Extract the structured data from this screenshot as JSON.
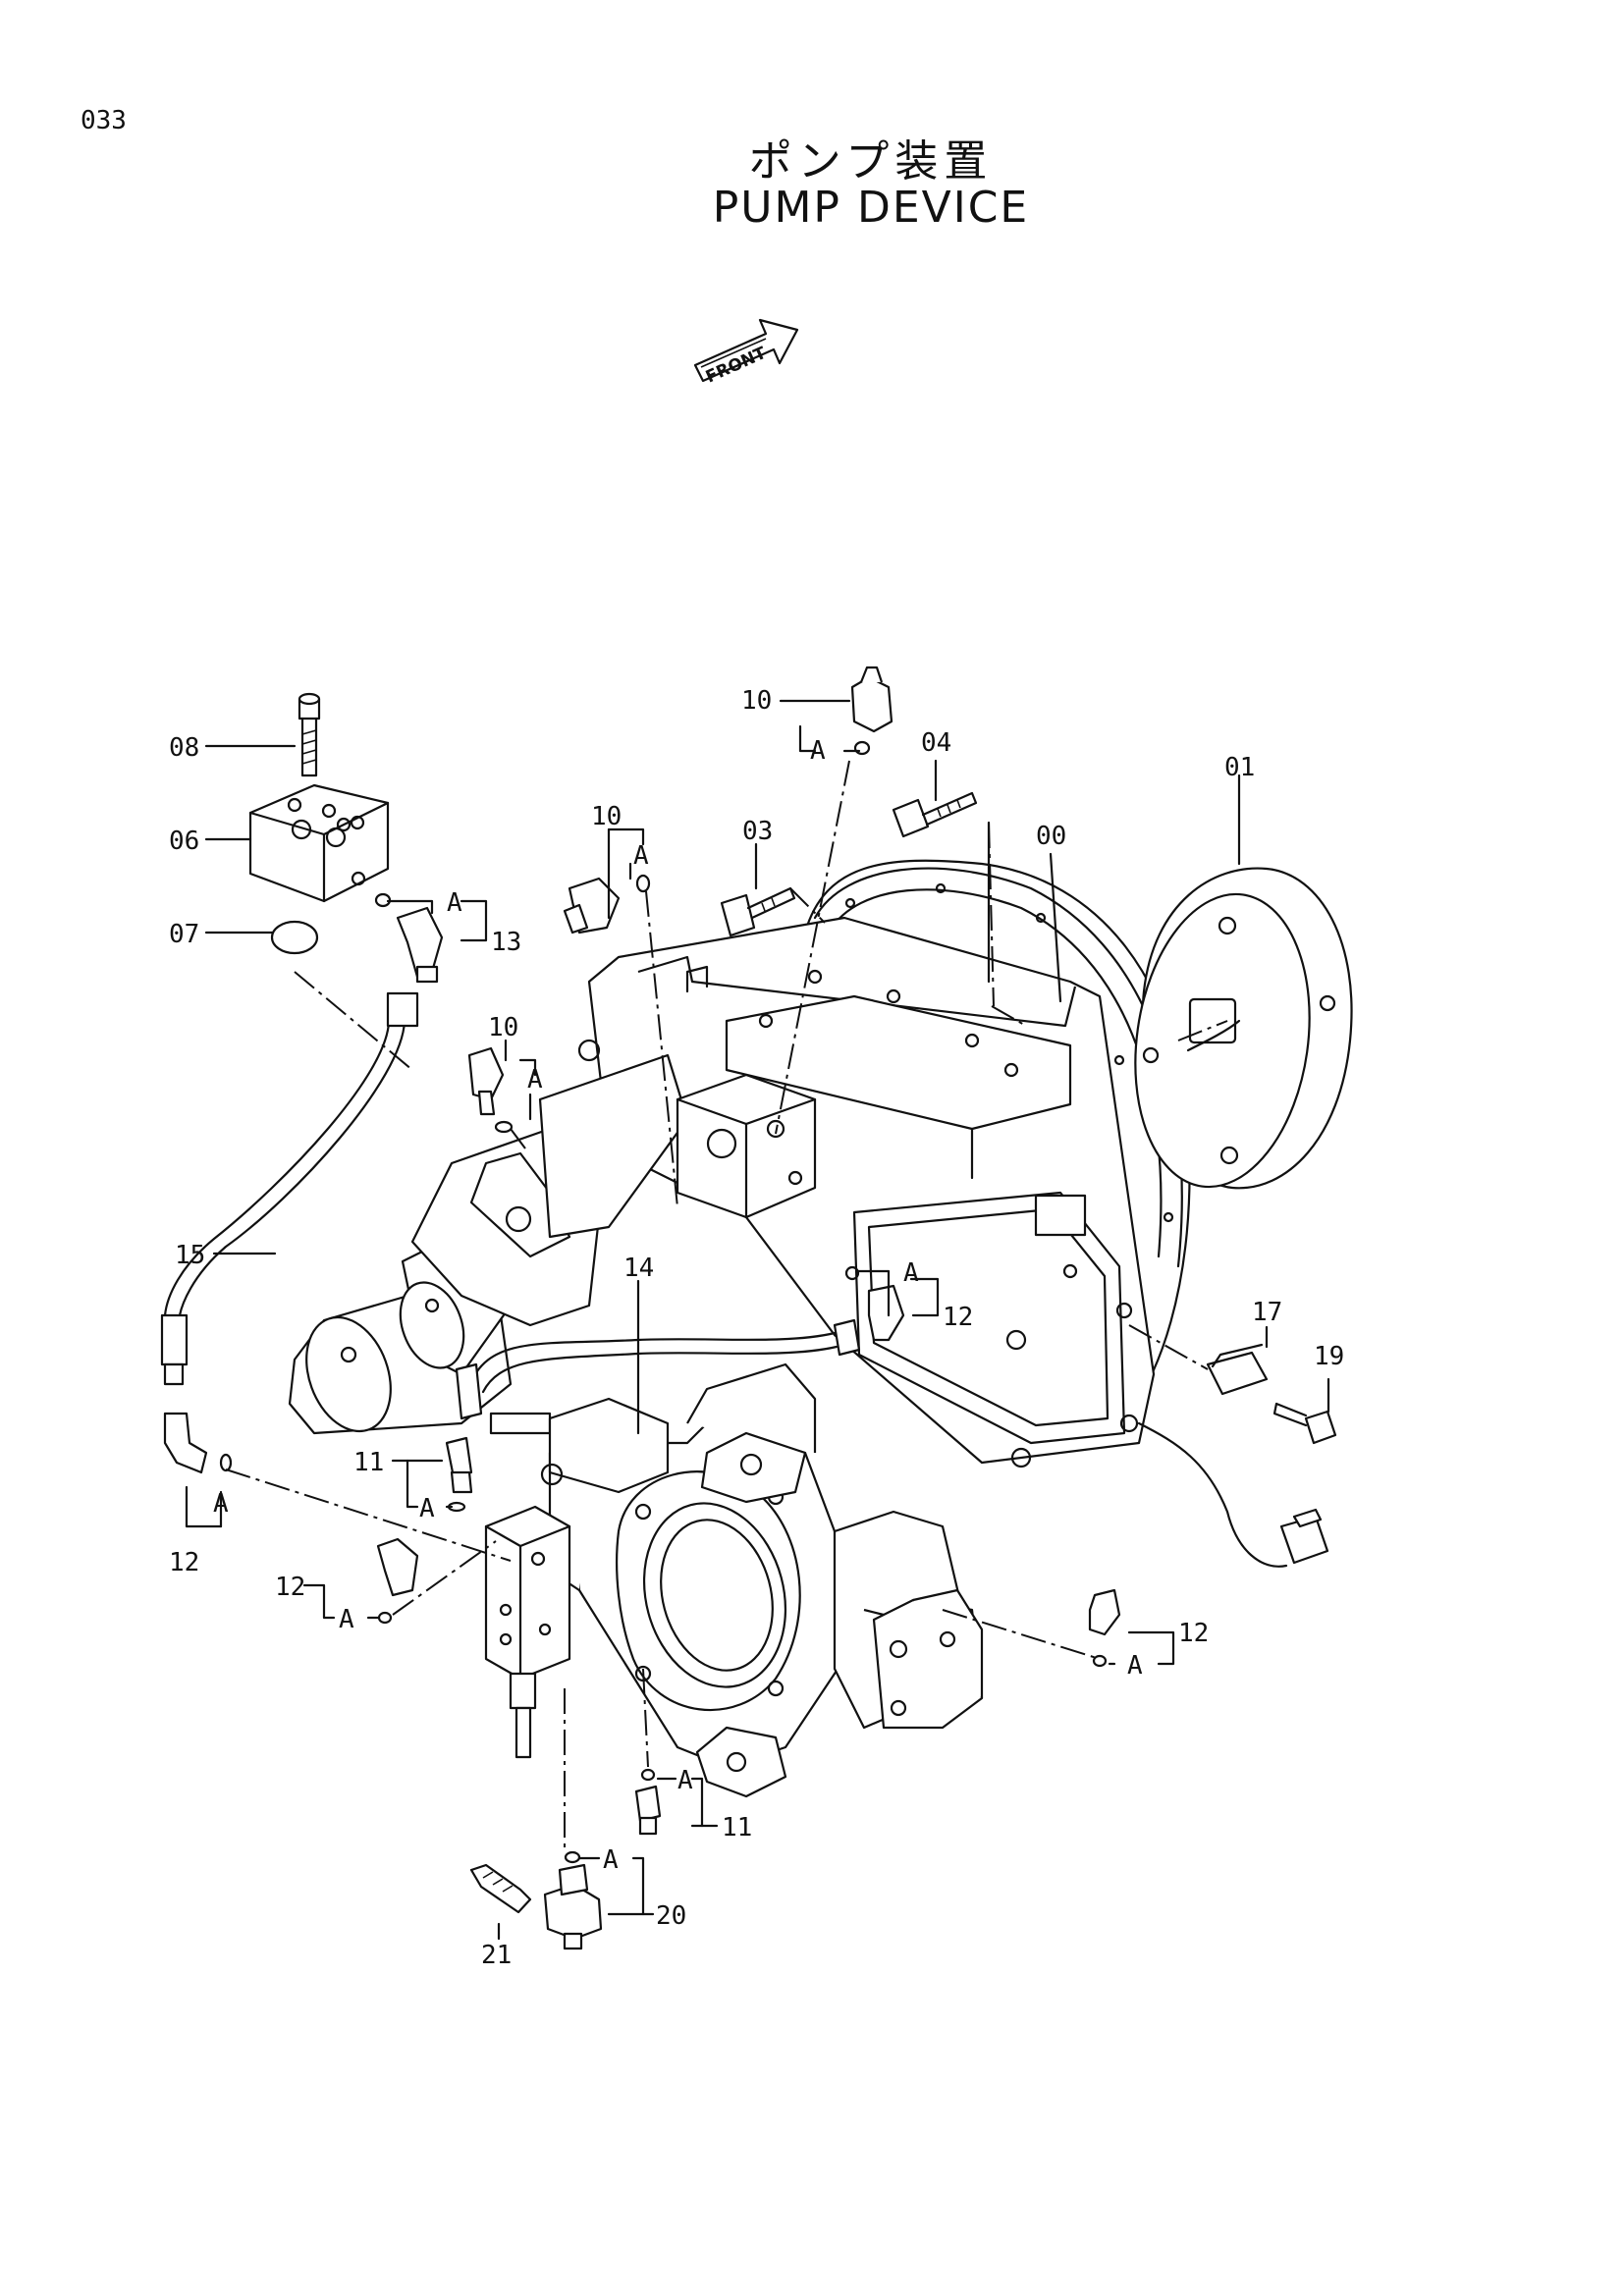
{
  "page_number": "033",
  "title_jp": "ポンプ装置",
  "title_en": "PUMP DEVICE",
  "front_label": "FRONT",
  "callouts": {
    "c00": "00",
    "c01": "01",
    "c03": "03",
    "c04": "04",
    "c06": "06",
    "c07": "07",
    "c08": "08",
    "c10a": "10",
    "c10b": "10",
    "c10c": "10",
    "c11a": "11",
    "c11b": "11",
    "c12a": "12",
    "c12b": "12",
    "c12c": "12",
    "c12d": "12",
    "c13": "13",
    "c14": "14",
    "c15": "15",
    "c17": "17",
    "c19": "19",
    "c20": "20",
    "c21": "21"
  },
  "o_ring_tag": "A"
}
